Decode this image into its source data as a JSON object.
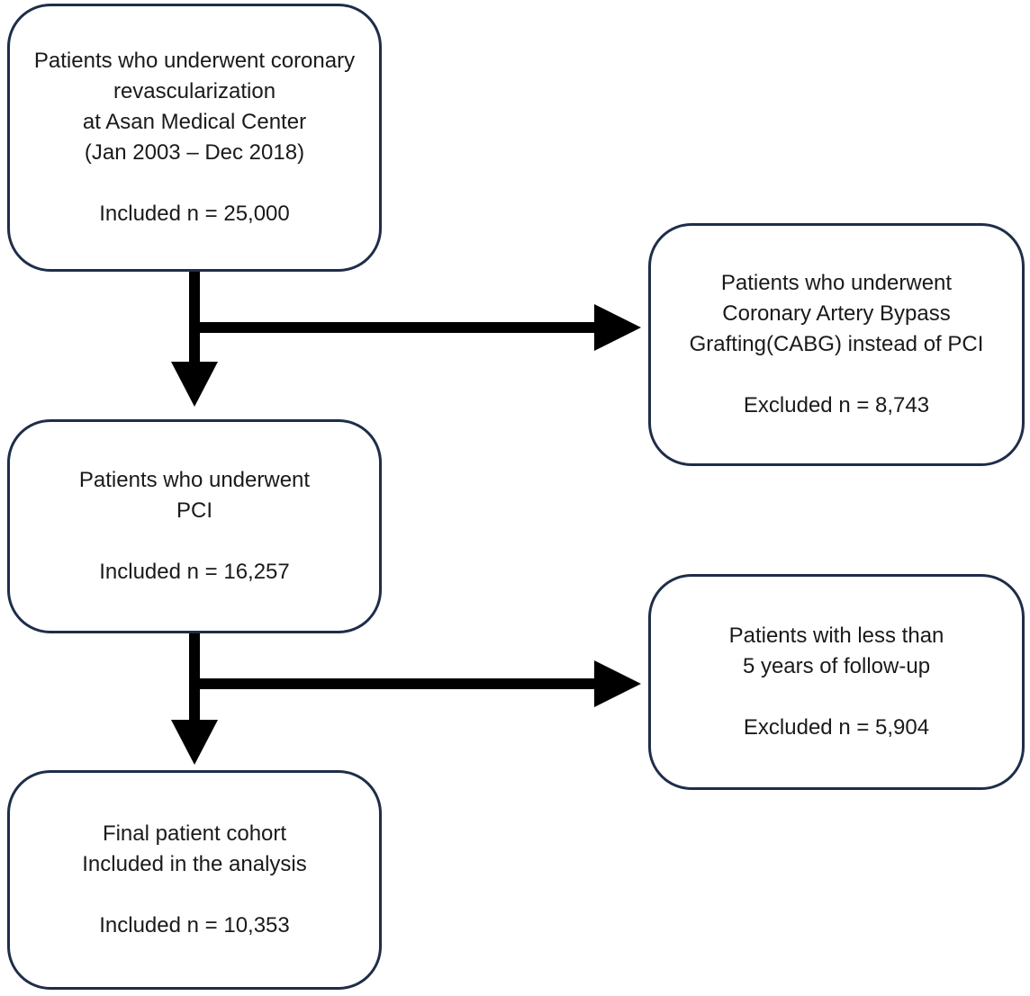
{
  "boxes": {
    "start": {
      "lines": [
        "Patients who underwent coronary",
        "revascularization",
        "at Asan Medical Center",
        "(Jan 2003 – Dec 2018)"
      ],
      "count": "Included n = 25,000"
    },
    "cabg": {
      "lines": [
        "Patients who underwent",
        "Coronary Artery Bypass",
        "Grafting(CABG) instead of PCI"
      ],
      "count": "Excluded n = 8,743"
    },
    "pci": {
      "lines": [
        "Patients who underwent",
        "PCI"
      ],
      "count": "Included n = 16,257"
    },
    "follow": {
      "lines": [
        "Patients with less than",
        "5 years of follow-up"
      ],
      "count": "Excluded n = 5,904"
    },
    "final": {
      "lines": [
        "Final patient cohort",
        "Included in the analysis"
      ],
      "count": "Included n = 10,353"
    }
  },
  "colors": {
    "box_border": "#1f2d4a",
    "arrow": "#000000",
    "text": "#1a1a1a"
  }
}
